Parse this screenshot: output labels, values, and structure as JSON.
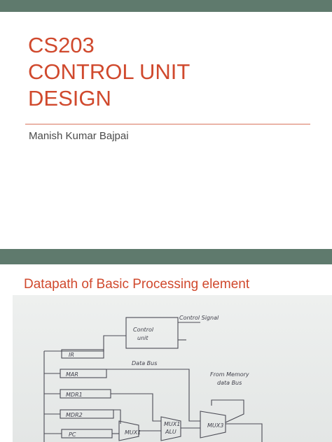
{
  "colors": {
    "band": "#5f7a6d",
    "title": "#d0492d",
    "subtitle": "#4a4a4a",
    "rule": "#d9745e",
    "ink": "#4b4b55"
  },
  "title_slide": {
    "title_lines": [
      "CS203",
      "CONTROL UNIT",
      "DESIGN"
    ],
    "author": "Manish Kumar Bajpai"
  },
  "datapath_slide": {
    "title": "Datapath of Basic Processing element",
    "diagram_labels": {
      "control_signal": "Control Signal",
      "control_unit_line1": "Control",
      "control_unit_line2": "unit",
      "data_bus": "Data Bus",
      "from_memory_line1": "From Memory",
      "from_memory_line2": "data Bus",
      "registers": [
        "IR",
        "MAR",
        "MDR1",
        "MDR2",
        "PC"
      ],
      "mux1": "MUX1",
      "mux2_line1": "MUX1",
      "mux2_line2": "ALU",
      "mux3": "MUX3"
    }
  }
}
